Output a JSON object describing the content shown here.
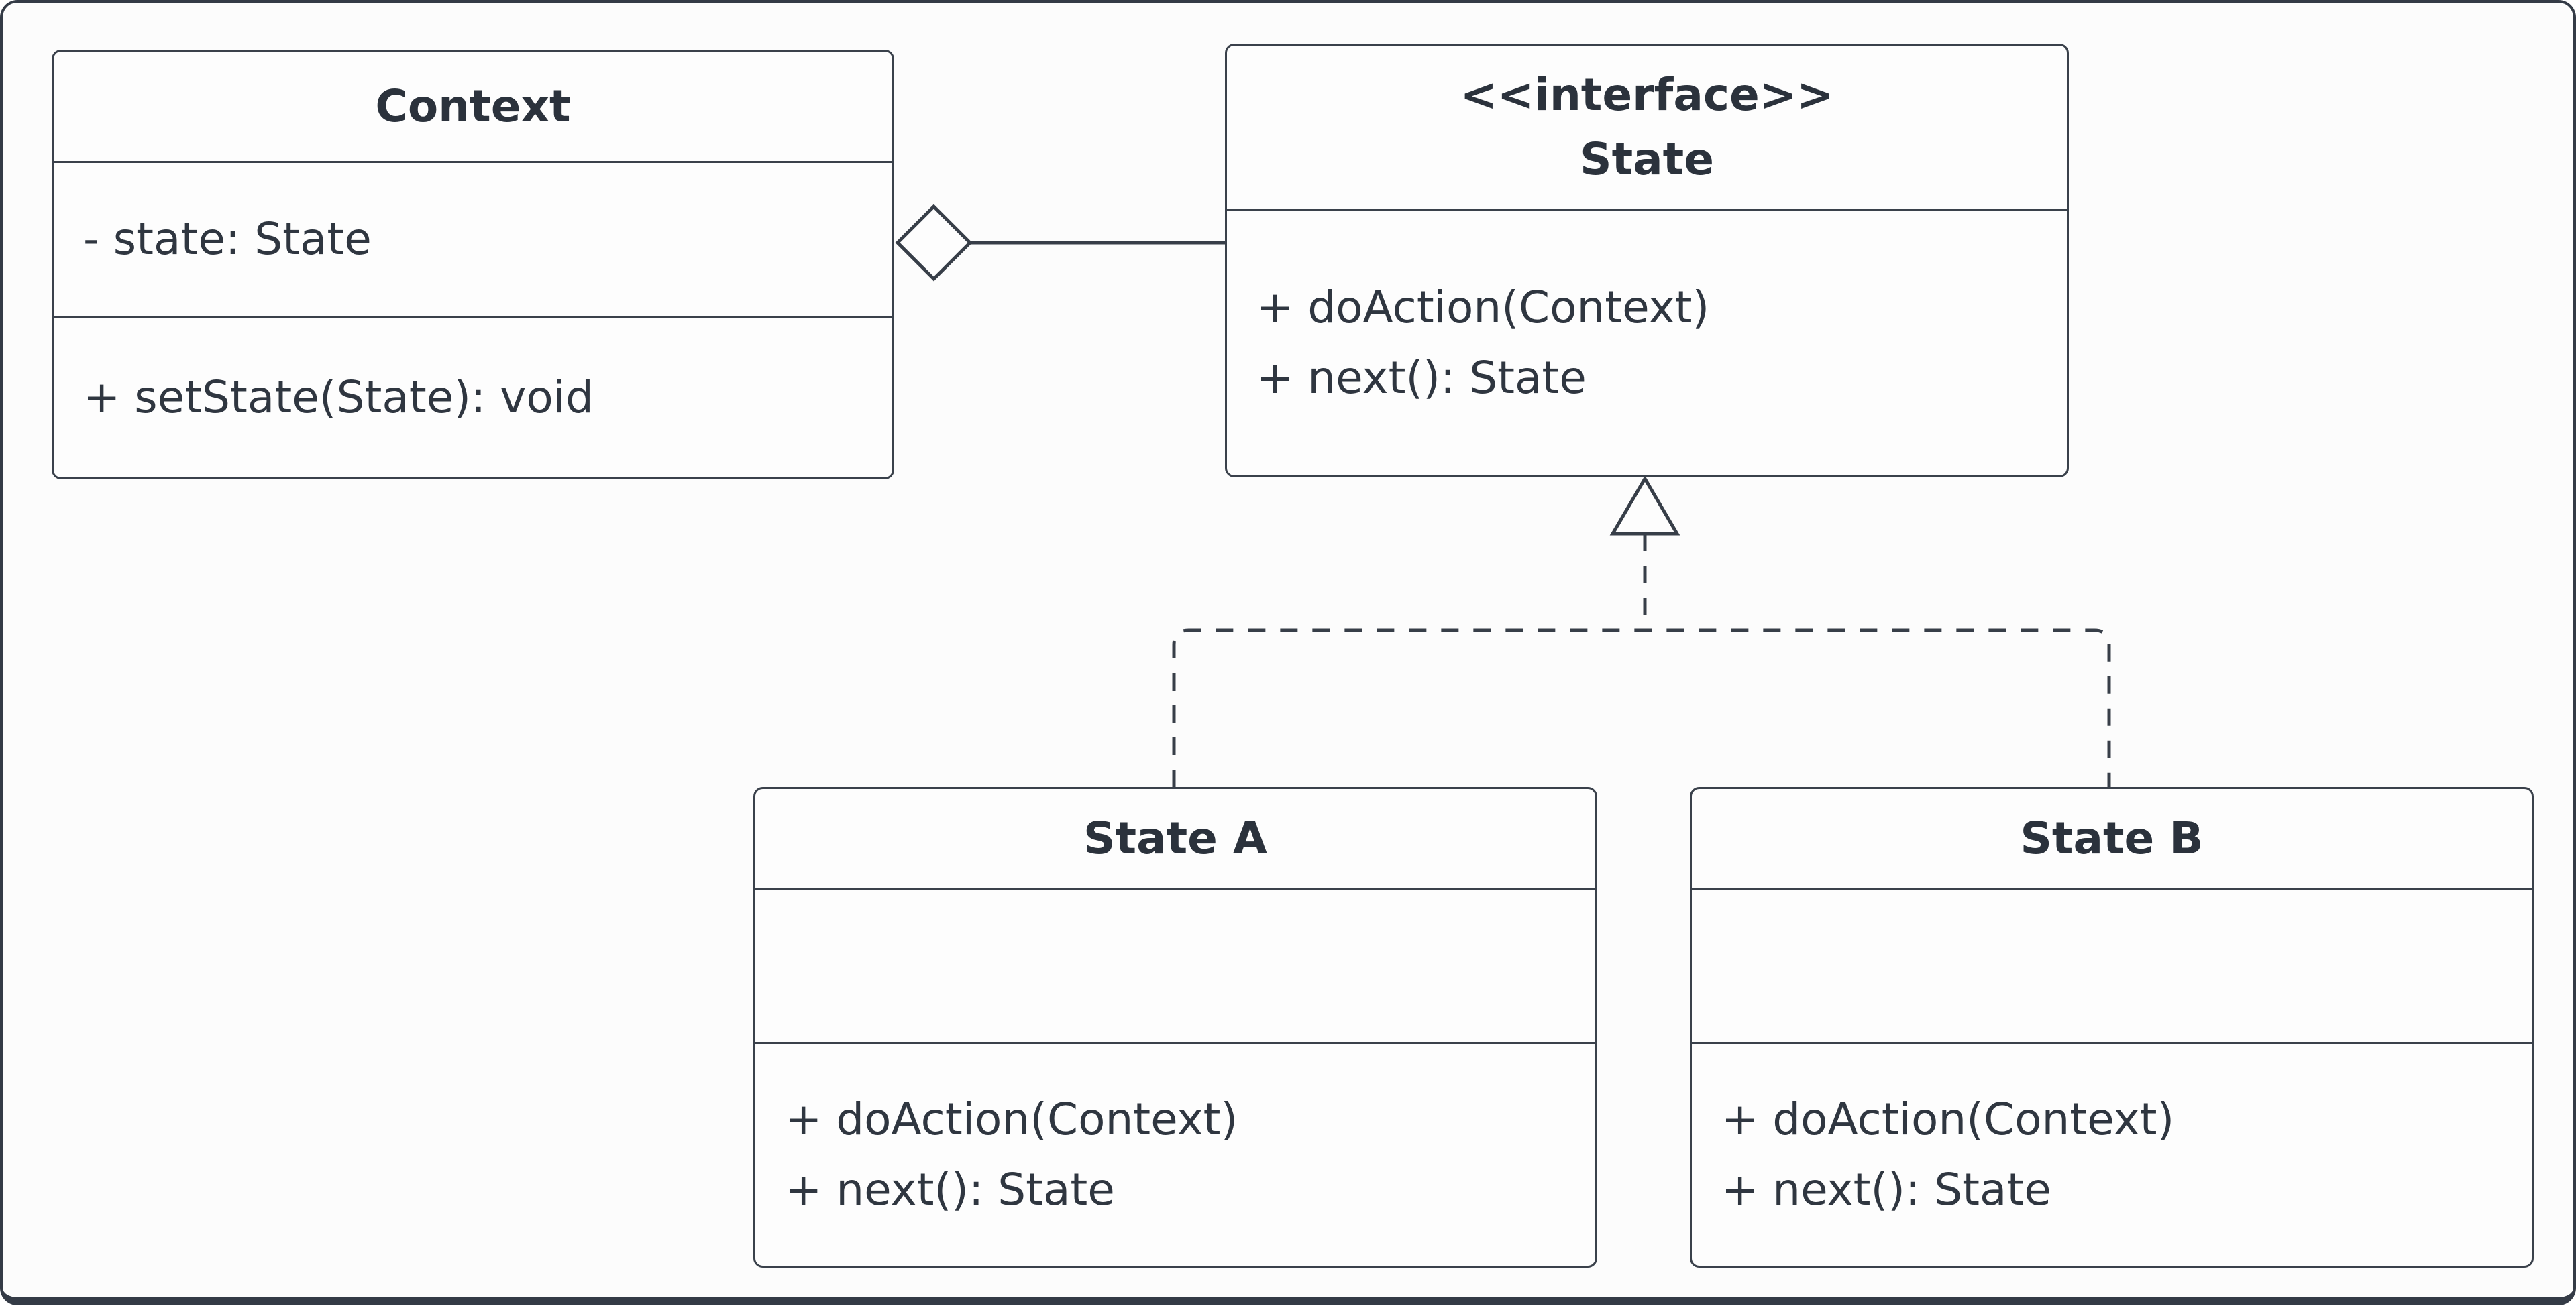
{
  "diagram": {
    "type": "uml-class-diagram",
    "classes": [
      {
        "name": "Context",
        "stereotype": "",
        "attributes": [
          "- state: State"
        ],
        "methods": [
          "+ setState(State): void"
        ]
      },
      {
        "name": "State",
        "stereotype": "<<interface>>",
        "attributes": [],
        "methods": [
          "+ doAction(Context)",
          "+ next(): State"
        ]
      },
      {
        "name": "State A",
        "stereotype": "",
        "attributes": [],
        "methods": [
          "+ doAction(Context)",
          "+ next(): State"
        ]
      },
      {
        "name": "State B",
        "stereotype": "",
        "attributes": [],
        "methods": [
          "+ doAction(Context)",
          "+ next(): State"
        ]
      }
    ],
    "relationships": [
      {
        "type": "aggregation",
        "from": "Context",
        "to": "State",
        "line": "solid",
        "marker": "hollow-diamond"
      },
      {
        "type": "realization",
        "from": "State A",
        "to": "State",
        "line": "dashed",
        "marker": "hollow-triangle"
      },
      {
        "type": "realization",
        "from": "State B",
        "to": "State",
        "line": "dashed",
        "marker": "hollow-triangle"
      }
    ],
    "colors": {
      "canvas_background": "#fcfcfc",
      "canvas_border": "#343b46",
      "box_fill": "#fdfdfd",
      "box_stroke": "#3a414b",
      "edge_stroke": "#373e48",
      "text": "#2f3640"
    }
  }
}
